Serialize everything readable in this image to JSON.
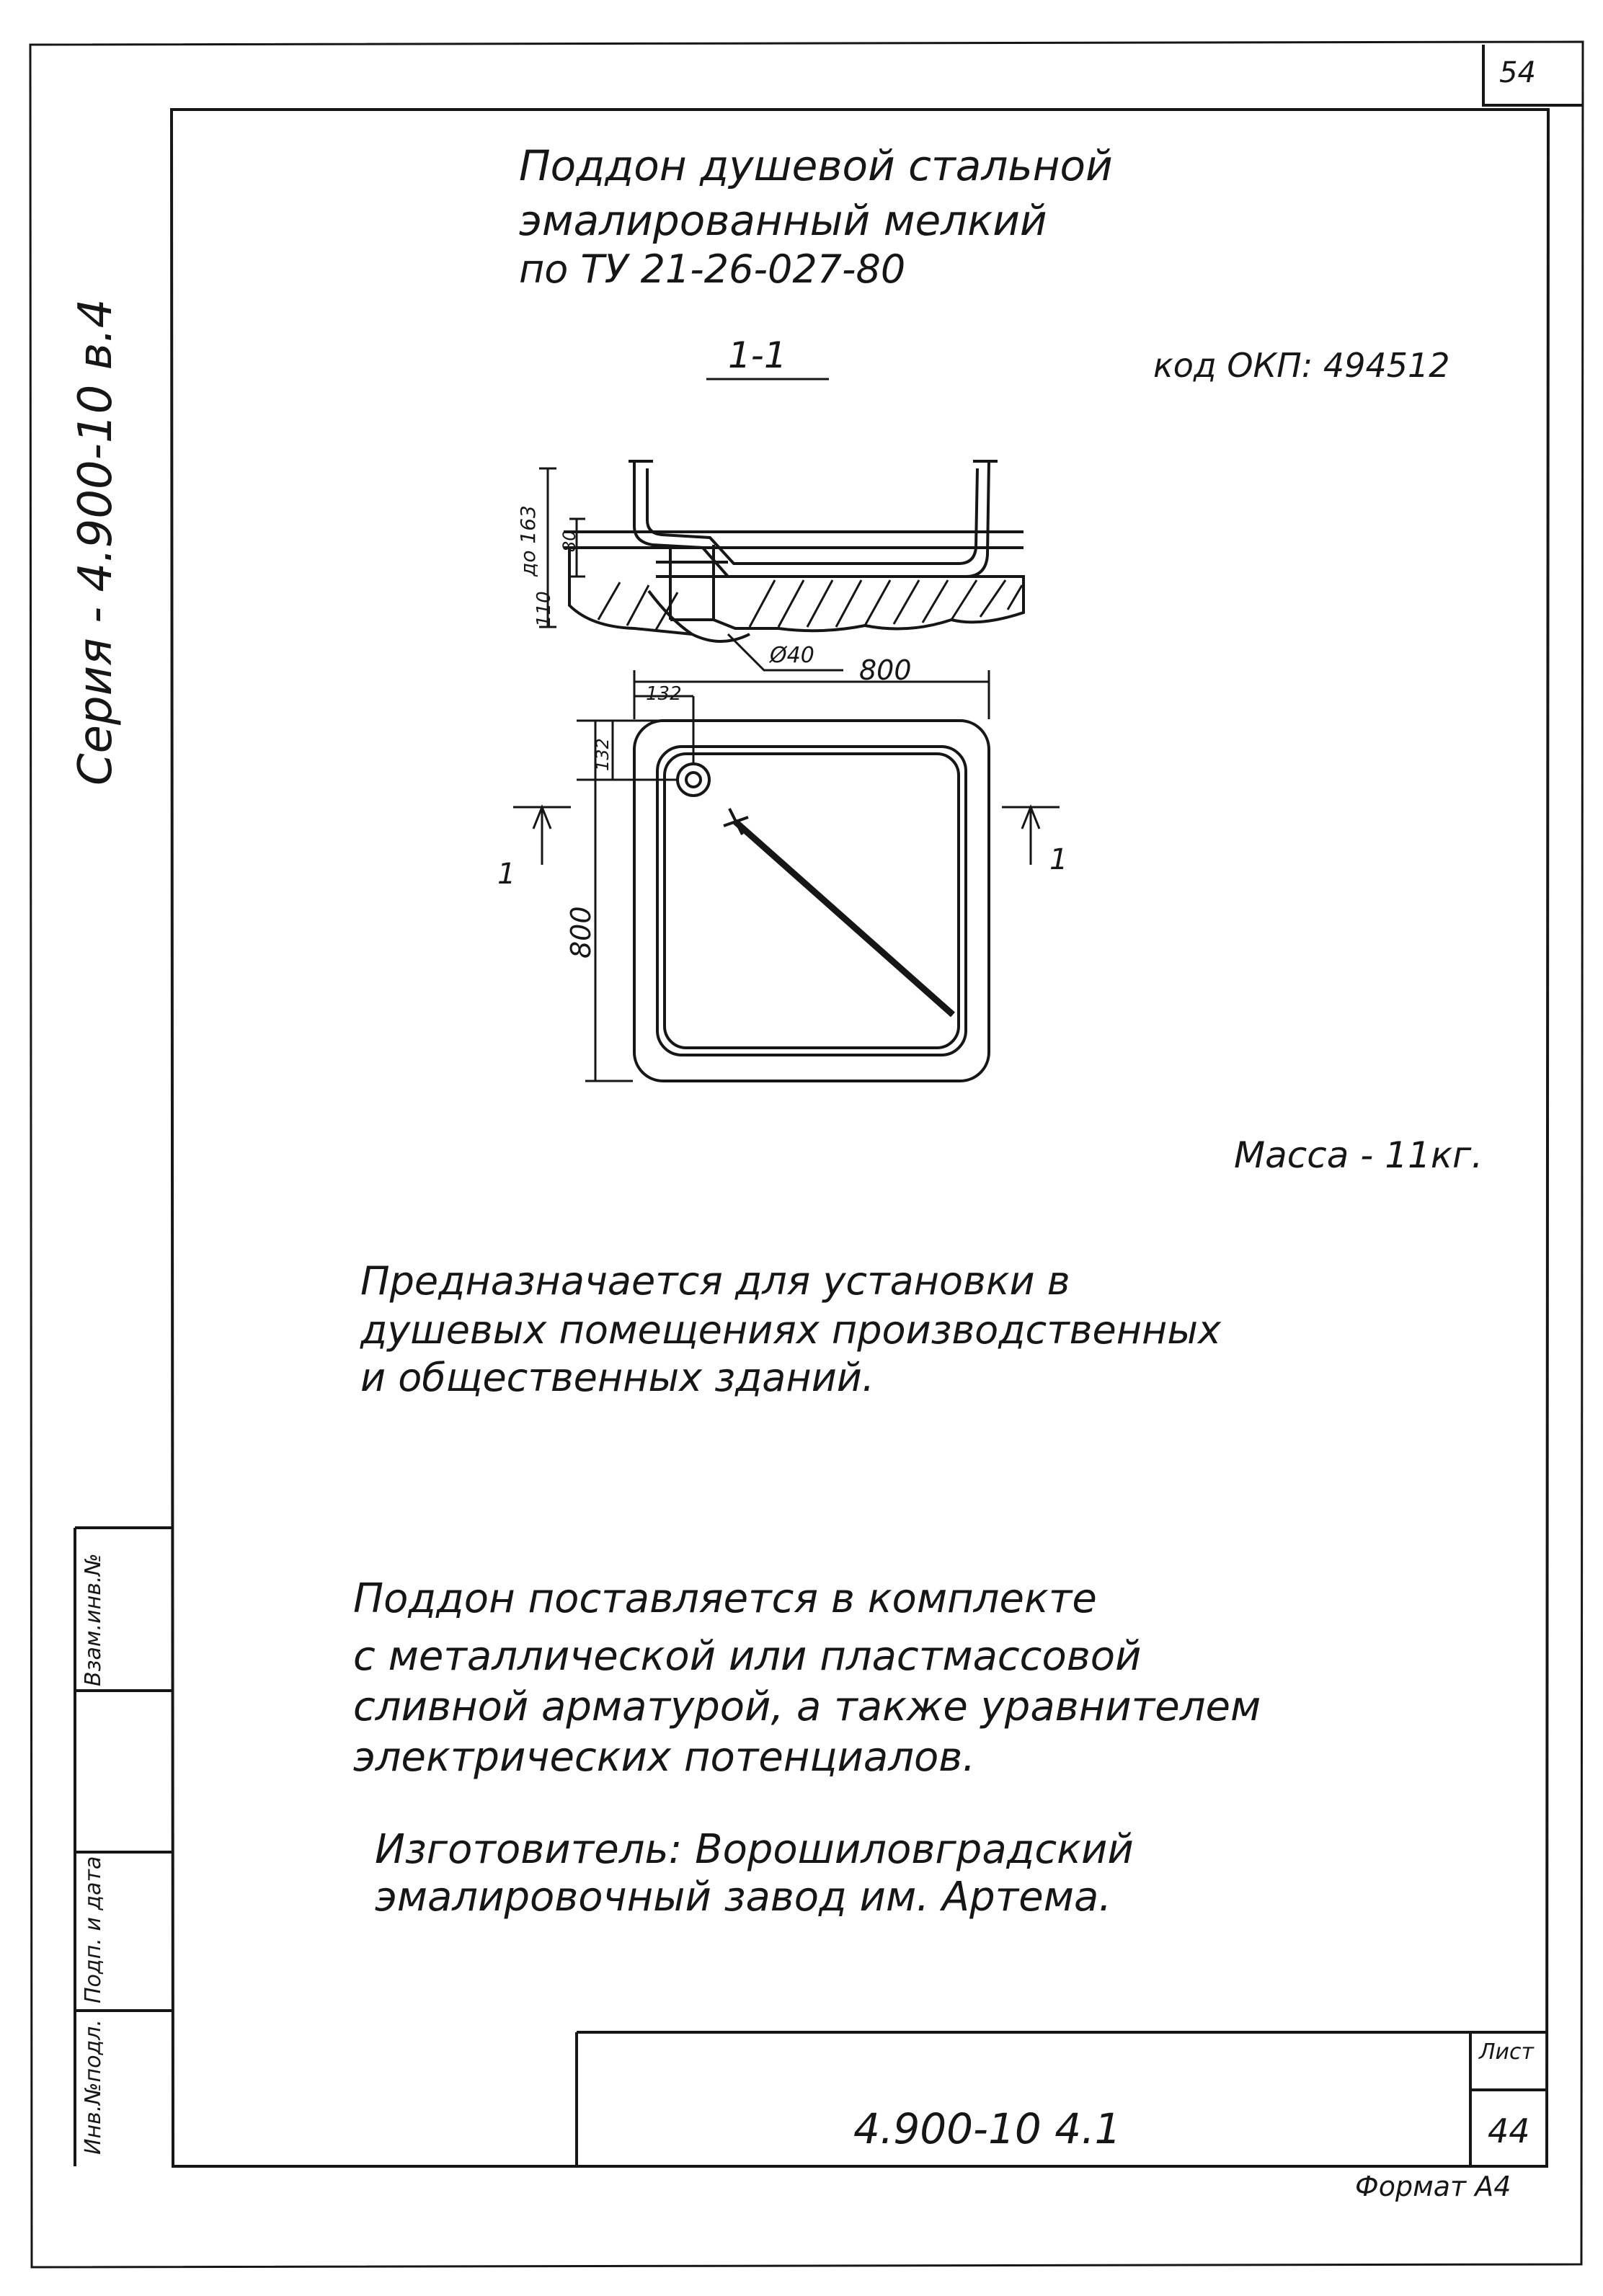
{
  "sheet": {
    "page_corner_number": "54",
    "series_vertical": "Серия - 4.900-10 в.4",
    "title_lines": [
      "Поддон душевой стальной",
      "эмалированный мелкий",
      "по ТУ 21-26-027-80"
    ],
    "section_label": "1-1",
    "okp_code": "код ОКП: 494512",
    "mass": "Масса - 11кг.",
    "purpose_lines": [
      "Предназначается для установки в",
      "душевых помещениях производственных",
      "и общественных зданий."
    ],
    "supply_lines": [
      "Поддон поставляется в комплекте",
      "с металлической или пластмассовой",
      "сливной арматурой, а также уравнителем",
      "электрических потенциалов."
    ],
    "maker_lines": [
      "Изготовитель: Ворошиловградский",
      "эмалировочный завод им. Артема."
    ],
    "stamp_designation": "4.900-10 4.1",
    "stamp_sheet_label": "Лист",
    "stamp_sheet_number": "44",
    "format_label": "Формат А4",
    "left_stamp_cells": [
      "Инв.№подл.",
      "Подп. и дата",
      "Взам.инв.№"
    ]
  },
  "drawing": {
    "dim_height_total": "до 163",
    "dim_height_upper": "80",
    "dim_height_lower": "110",
    "dim_drain_dia": "Ø40",
    "dim_width": "800",
    "dim_drain_offset_x": "132",
    "dim_drain_offset_y": "132",
    "dim_length": "800",
    "cut_mark_left": "1",
    "cut_mark_right": "1"
  }
}
